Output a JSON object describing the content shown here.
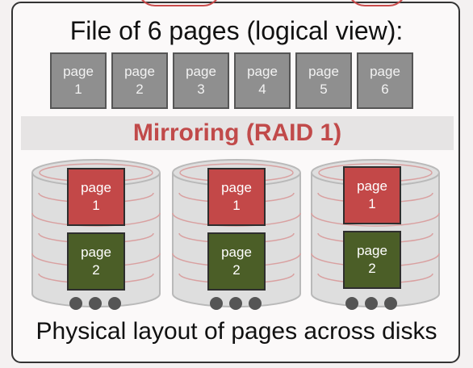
{
  "title": "File of 6 pages (logical view):",
  "logical_pages": [
    {
      "word": "page",
      "num": "1"
    },
    {
      "word": "page",
      "num": "2"
    },
    {
      "word": "page",
      "num": "3"
    },
    {
      "word": "page",
      "num": "4"
    },
    {
      "word": "page",
      "num": "5"
    },
    {
      "word": "page",
      "num": "6"
    }
  ],
  "band_label": "Mirroring (RAID 1)",
  "disks": [
    {
      "top": {
        "word": "page",
        "num": "1"
      },
      "bottom": {
        "word": "page",
        "num": "2"
      }
    },
    {
      "top": {
        "word": "page",
        "num": "1"
      },
      "bottom": {
        "word": "page",
        "num": "2"
      }
    },
    {
      "top": {
        "word": "page",
        "num": "1"
      },
      "bottom": {
        "word": "page",
        "num": "2"
      }
    }
  ],
  "caption": "Physical layout of pages across disks",
  "colors": {
    "accent": "#c14a4a",
    "page_red": "#c34848",
    "page_green": "#4b5e27",
    "page_gray": "#8f8f8f"
  }
}
